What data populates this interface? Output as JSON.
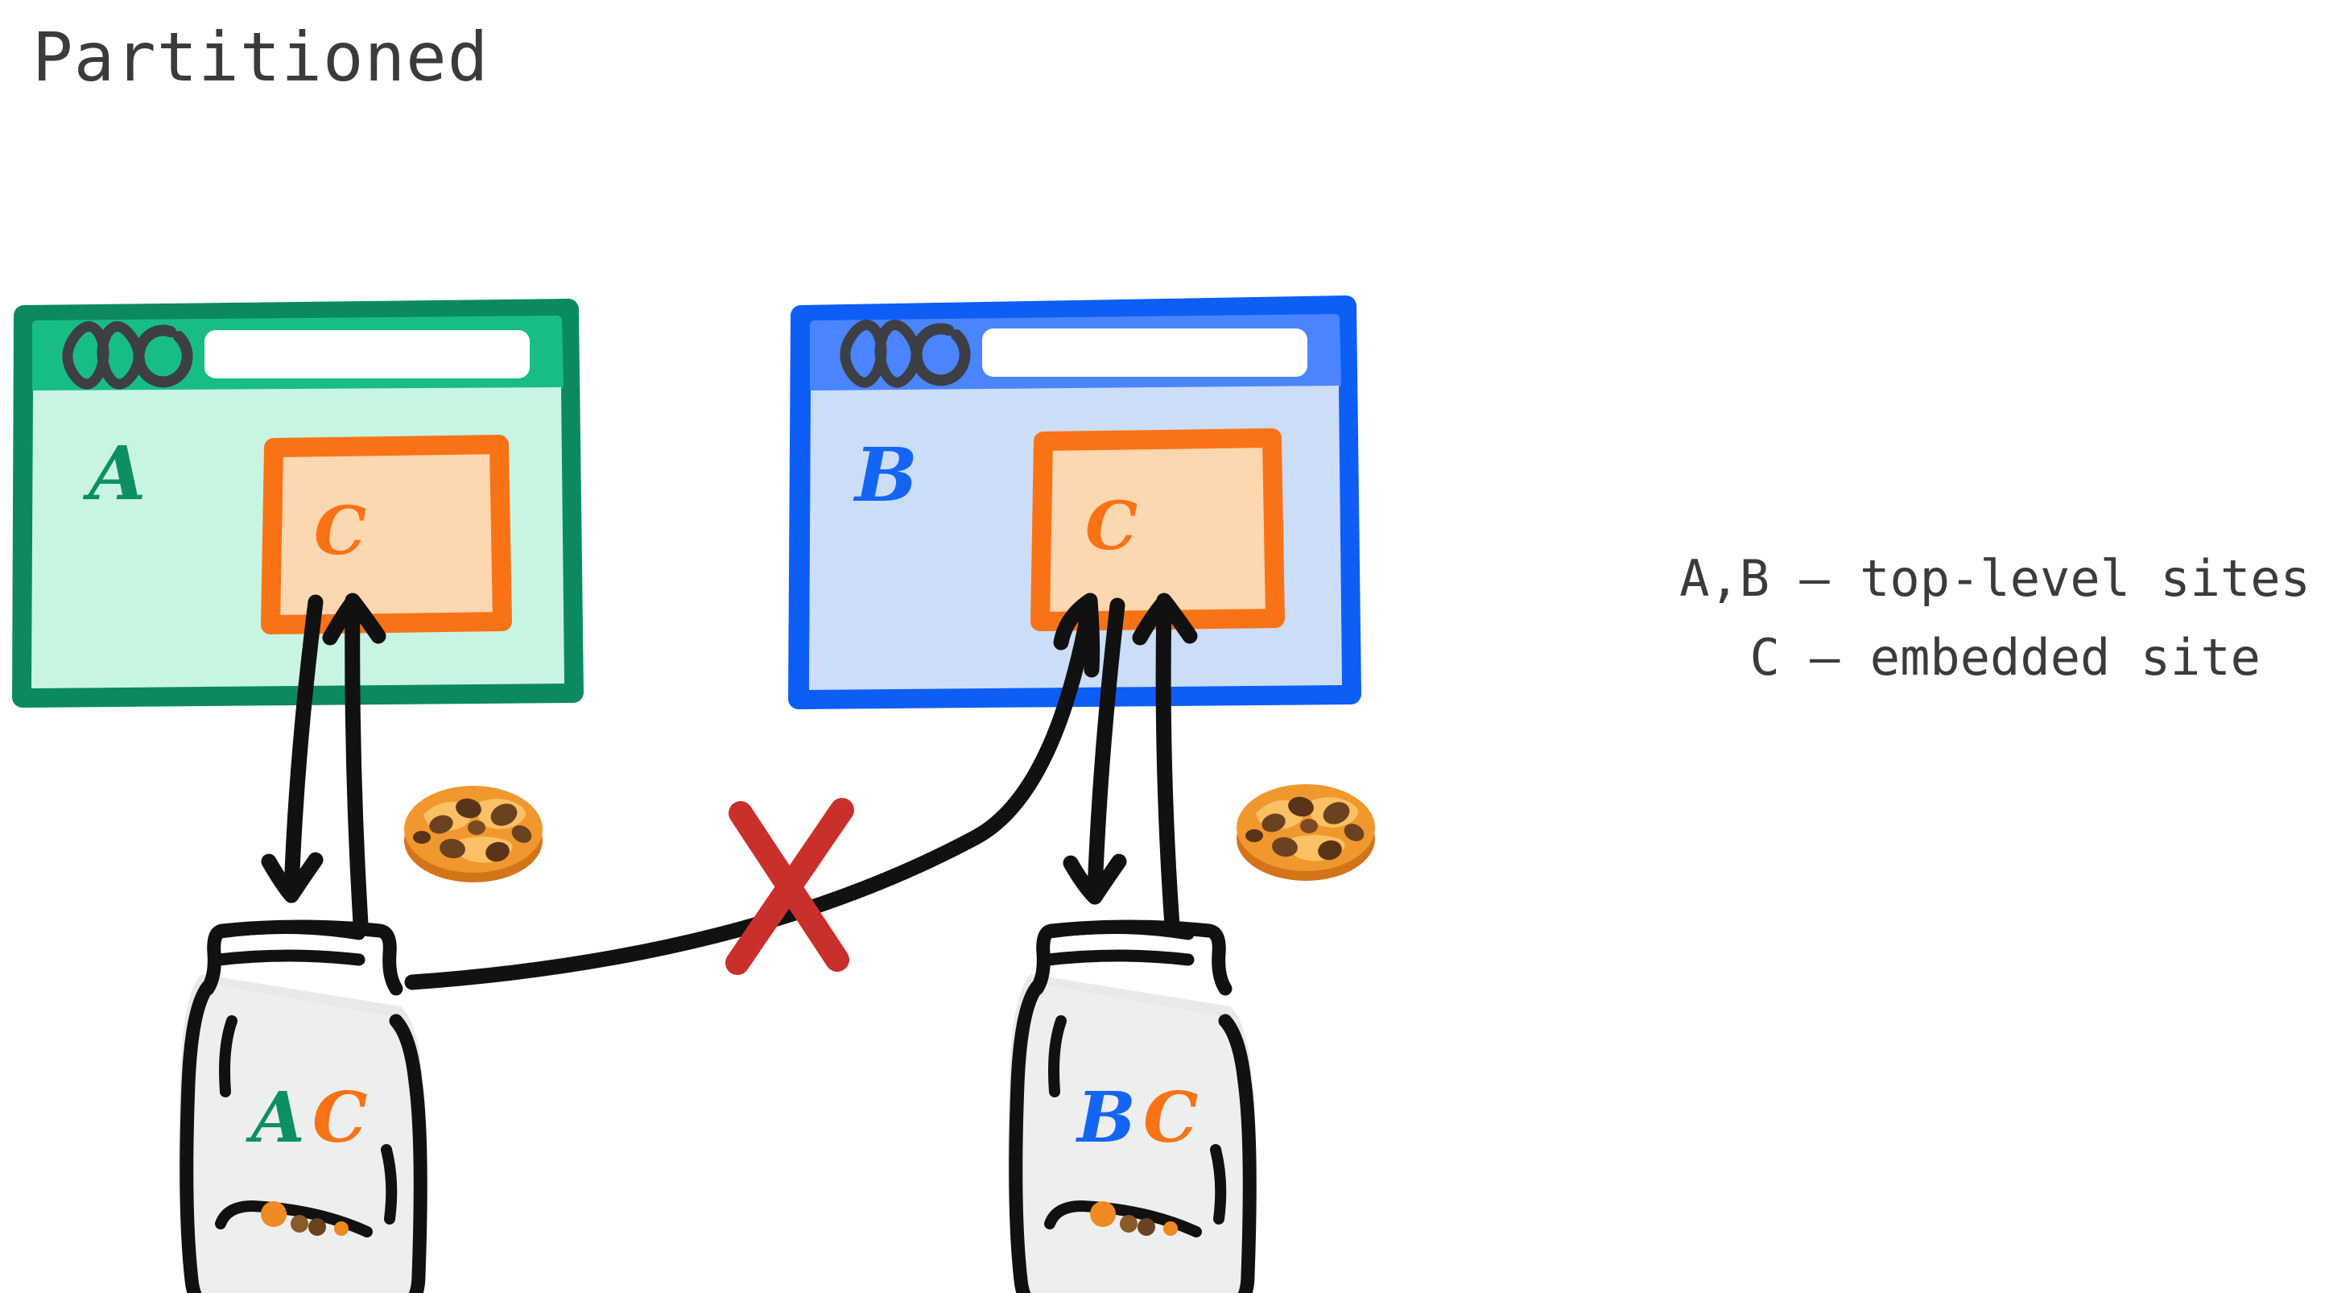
{
  "page": {
    "title": "Partitioned",
    "background_color": "#ffffff"
  },
  "legend": {
    "line1": "A,B — top-level sites",
    "line2": "C — embedded site"
  },
  "palette": {
    "green_border": "#0c8a5f",
    "green_toolbar": "#18bd86",
    "green_content": "#c8f5e2",
    "green_letter": "#0d8f63",
    "blue_border": "#0d5ef5",
    "blue_toolbar": "#4a85ff",
    "blue_content": "#ccddf8",
    "blue_letter": "#1565f5",
    "orange_border": "#f97316",
    "orange_fill": "#fcd7b0",
    "orange_letter": "#f97316",
    "ink_black": "#111111",
    "red_x": "#c9302c",
    "jar_glass": "#e8eaea",
    "icon_gray": "#3d3f44",
    "url_bar": "#ffffff",
    "title_gray": "#3b3b3b",
    "cookie_dough": "#f0982e",
    "cookie_crust": "#d4741a",
    "cookie_chip": "#6b4220"
  },
  "windows": [
    {
      "id": "window-a",
      "site_label": "A",
      "embedded_label": "C",
      "theme": "green",
      "url_bar_value": "",
      "toolbar_icons": [
        "back-icon",
        "forward-icon",
        "reload-icon"
      ]
    },
    {
      "id": "window-b",
      "site_label": "B",
      "embedded_label": "C",
      "theme": "blue",
      "url_bar_value": "",
      "toolbar_icons": [
        "back-icon",
        "forward-icon",
        "reload-icon"
      ]
    }
  ],
  "jars": [
    {
      "id": "jar-a",
      "labels": [
        {
          "text": "A",
          "color": "#0d8f63"
        },
        {
          "text": "C",
          "color": "#f97316"
        }
      ]
    },
    {
      "id": "jar-b",
      "labels": [
        {
          "text": "B",
          "color": "#1565f5"
        },
        {
          "text": "C",
          "color": "#f97316"
        }
      ]
    }
  ],
  "cookies": [
    {
      "id": "cookie-a",
      "emoji": "cookie-icon"
    },
    {
      "id": "cookie-b",
      "emoji": "cookie-icon"
    }
  ],
  "arrows": [
    {
      "id": "arrow-a-write",
      "from": "window-a-iframe",
      "to": "jar-a",
      "direction": "down",
      "blocked": false
    },
    {
      "id": "arrow-a-read",
      "from": "jar-a",
      "to": "window-a-iframe",
      "direction": "up",
      "blocked": false
    },
    {
      "id": "arrow-b-write",
      "from": "window-b-iframe",
      "to": "jar-b",
      "direction": "down",
      "blocked": false
    },
    {
      "id": "arrow-b-read",
      "from": "jar-b",
      "to": "window-b-iframe",
      "direction": "up",
      "blocked": false
    },
    {
      "id": "arrow-cross-site",
      "from": "jar-a",
      "to": "window-b-iframe",
      "direction": "up",
      "blocked": true
    }
  ],
  "blocked_marker": {
    "id": "blocked-x",
    "symbol": "x-mark",
    "color": "#c9302c"
  }
}
